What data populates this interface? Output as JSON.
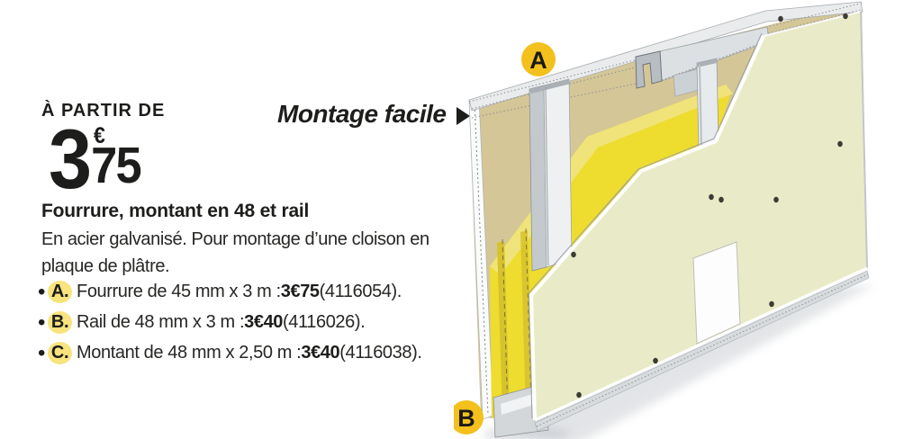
{
  "promo": {
    "eyebrow": "À PARTIR DE",
    "price_int": "3",
    "price_currency": "€",
    "price_cents": "75"
  },
  "product": {
    "title": "Fourrure, montant en 48 et rail",
    "description_line1": "En acier galvanisé. Pour montage d’une cloison en",
    "description_line2": "plaque de plâtre.",
    "items": [
      {
        "bullet": "•",
        "letter": "A.",
        "text": "Fourrure de 45 mm x 3 m : ",
        "price": "3€75",
        "ref": " (4116054)."
      },
      {
        "bullet": "•",
        "letter": "B.",
        "text": "Rail de 48 mm x 3 m : ",
        "price": "3€40",
        "ref": " (4116026)."
      },
      {
        "bullet": "•",
        "letter": "C.",
        "text": "Montant de 48 mm x 2,50 m : ",
        "price": "3€40",
        "ref": " (4116038)."
      }
    ]
  },
  "callout": {
    "label": "Montage facile",
    "arrow_icon": "▶"
  },
  "diagram": {
    "label_a": "A",
    "label_b": "B"
  },
  "colors": {
    "badge_yellow": "#f3c01d",
    "letter_highlight": "#f7e47d",
    "insulation_yellow": "#eedc2f",
    "insulation_light": "#f0e379",
    "panel_green": "#e9ebc8",
    "board_tan": "#d4c697",
    "metal_gray": "#dde1e4",
    "text_dark": "#1d1d1b"
  }
}
